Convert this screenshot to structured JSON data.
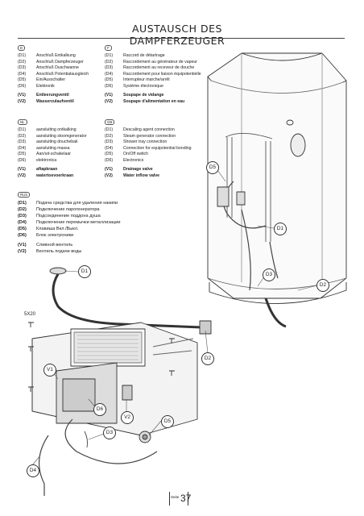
{
  "title": "AUSTAUSCH DES DAMPFERZEUGER",
  "blocks": [
    {
      "flag": "D",
      "lines": [
        {
          "code": "(D1)",
          "text": "Anschluß Entkalkung"
        },
        {
          "code": "(D2)",
          "text": "Anschluß Dampferzeuger"
        },
        {
          "code": "(D3)",
          "text": "Anschluß Duschwanne"
        },
        {
          "code": "(D4)",
          "text": "Anschluß Potentialausgleich"
        },
        {
          "code": "(D5)",
          "text": "Ein/Ausschalter"
        },
        {
          "code": "(D6)",
          "text": "Elektronik"
        }
      ],
      "valves": [
        {
          "code": "(V1)",
          "text": "Entleerungventil"
        },
        {
          "code": "(V2)",
          "text": "Wasserzulaufventil"
        }
      ]
    },
    {
      "flag": "F",
      "lines": [
        {
          "code": "(D1)",
          "text": "Raccord de détartrage"
        },
        {
          "code": "(D2)",
          "text": "Raccordement au générateur de vapeur"
        },
        {
          "code": "(D3)",
          "text": "Raccordement au receveur de douche"
        },
        {
          "code": "(D4)",
          "text": "Raccordement pour liaison équipotentielle"
        },
        {
          "code": "(D5)",
          "text": "Interrupteur marche/arrêt"
        },
        {
          "code": "(D6)",
          "text": "Système électronique"
        }
      ],
      "valves": [
        {
          "code": "(V1)",
          "text": "Soupape de vidange"
        },
        {
          "code": "(V2)",
          "text": "Soupape d'alimentation en eau"
        }
      ]
    },
    {
      "flag": "NL",
      "lines": [
        {
          "code": "(D1)",
          "text": "aansluiting ontkalking"
        },
        {
          "code": "(D2)",
          "text": "aansluiting stoomgenerator"
        },
        {
          "code": "(D3)",
          "text": "aansluiting douchebak"
        },
        {
          "code": "(D4)",
          "text": "aansluiting massa"
        },
        {
          "code": "(D5)",
          "text": "Aan/uit-schakelaar"
        },
        {
          "code": "(D6)",
          "text": "elektronica"
        }
      ],
      "valves": [
        {
          "code": "(V1)",
          "text": "aftapkraan"
        },
        {
          "code": "(V2)",
          "text": "watertoevoerkraan"
        }
      ]
    },
    {
      "flag": "GB",
      "lines": [
        {
          "code": "(D1)",
          "text": "Descaling agent connection"
        },
        {
          "code": "(D2)",
          "text": "Steam generator connection"
        },
        {
          "code": "(D3)",
          "text": "Shower tray connection"
        },
        {
          "code": "(D4)",
          "text": "Connection for equipotential bonding"
        },
        {
          "code": "(D5)",
          "text": "On/Off switch"
        },
        {
          "code": "(D6)",
          "text": "Electronics"
        }
      ],
      "valves": [
        {
          "code": "(V1)",
          "text": "Drainage valve"
        },
        {
          "code": "(V2)",
          "text": "Water inflow valve"
        }
      ]
    },
    {
      "flag": "RUS",
      "lines": [
        {
          "code": "(D1)",
          "text": "Подача средства для удаления накипи"
        },
        {
          "code": "(D2)",
          "text": "Подключение парогенератора"
        },
        {
          "code": "(D3)",
          "text": "Подсоединение поддона душа"
        },
        {
          "code": "(D4)",
          "text": "Подключение перемычки металлизации"
        },
        {
          "code": "(D5)",
          "text": "Клавиша Вкл./Выкл."
        },
        {
          "code": "(D6)",
          "text": "Блок электроники"
        }
      ],
      "valves": [
        {
          "code": "(V1)",
          "text": "Сливной вентиль"
        },
        {
          "code": "(V2)",
          "text": "Вентиль подачи воды"
        }
      ]
    }
  ],
  "callouts": {
    "d1_top": "D1",
    "d5": "D5",
    "d1_cab": "D1",
    "d3_cab": "D3",
    "d2_cab": "D2",
    "d2_gen": "D2",
    "v1": "V1",
    "d6": "D6",
    "v2": "V2",
    "d5_gen": "D5",
    "d3_gen": "D3",
    "d4": "D4"
  },
  "screw_label": "5X20",
  "page_label": "Seite",
  "page_number": "37"
}
